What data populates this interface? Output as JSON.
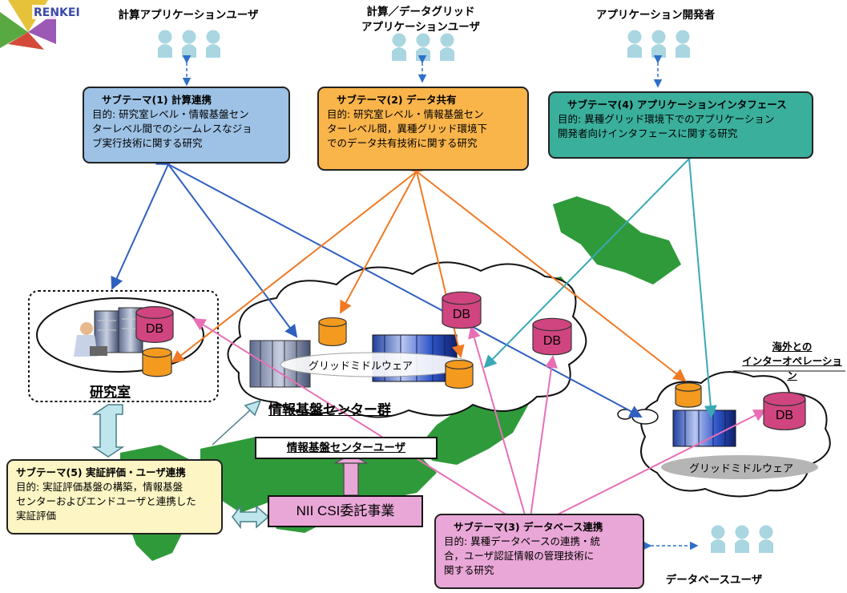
{
  "logo": {
    "text": "RENKEI"
  },
  "user_groups": {
    "calc_users": "計算アプリケーションユーザ",
    "grid_users": "計算／データグリッド\nアプリケーションユーザ",
    "app_dev": "アプリケーション開発者",
    "db_users": "データベースユーザ"
  },
  "subthemes": {
    "st1": {
      "title": "サブテーマ(1)  計算連携",
      "purpose": "目的: 研究室レベル・情報基盤セン\nターレベル間でのシームレスなジョ\nブ実行技術に関する研究"
    },
    "st2": {
      "title": "サブテーマ(2) データ共有",
      "purpose": "目的: 研究室レベル・情報基盤セン\nターレベル間，異種グリッド環境下\nでのデータ共有技術に関する研究"
    },
    "st4": {
      "title": "サブテーマ(4) アプリケーションインタフェース",
      "purpose": "目的: 異種グリッド環境下でのアプリケーション\n開発者向けインタフェースに関する研究"
    },
    "st5": {
      "title": "サブテーマ(5) 実証評価・ユーザ連携",
      "purpose": "目的: 実証評価基盤の構築，情報基盤\nセンターおよびエンドユーザと連携した\n実証評価"
    },
    "st3": {
      "title": "サブテーマ(3) データベース連携",
      "purpose": "目的: 異種データベースの連携・統\n合，ユーザ認証情報の管理技術に\n関する研究"
    }
  },
  "labels": {
    "lab": "研究室",
    "center_group": "情報基盤センター群",
    "middleware_center": "グリッドミドルウェア",
    "middleware_overseas": "グリッドミドルウェア",
    "overseas": "海外との\nインターオペレーション",
    "center_user": "情報基盤センターユーザ",
    "nii": "NII CSI委託事業",
    "db": "DB"
  },
  "colors": {
    "st1_fill": "#9ec2e6",
    "st2_fill": "#f9b44a",
    "st4_fill": "#3aaf9c",
    "st5_fill": "#fdf5c4",
    "st3_fill": "#e9a7d7",
    "nii_fill": "#e9a7d7",
    "user_icon": "#a9d6e1",
    "land": "#2f9a3a",
    "db_cylinder": "#d0457f",
    "orange_cylinder": "#f39a1f",
    "arrow_blue": "#2f5fbf",
    "arrow_orange": "#f07a24",
    "arrow_teal": "#3aa8b5",
    "arrow_pink": "#e86fb5"
  }
}
